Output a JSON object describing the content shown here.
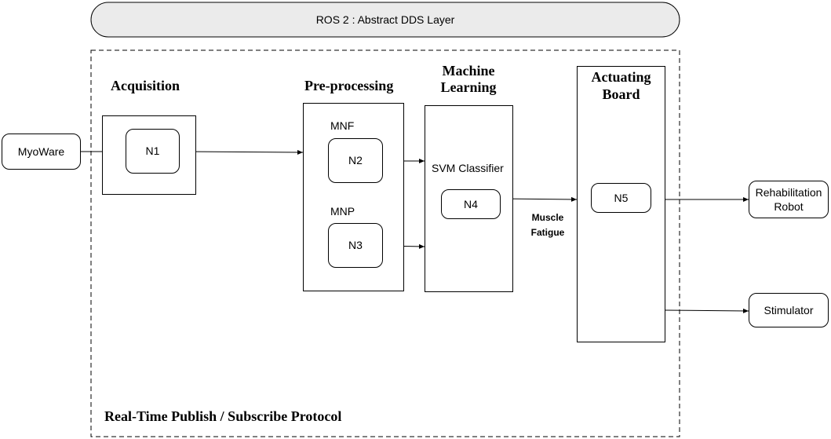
{
  "ros_layer": {
    "label": "ROS 2 : Abstract DDS Layer"
  },
  "protocol": {
    "label": "Real-Time Publish / Subscribe Protocol"
  },
  "inputs": {
    "myoware": "MyoWare"
  },
  "outputs": {
    "rehab_line1": "Rehabilitation",
    "rehab_line2": "Robot",
    "stimulator": "Stimulator"
  },
  "stages": {
    "acquisition": {
      "title": "Acquisition",
      "node": "N1"
    },
    "preprocessing": {
      "title": "Pre-processing",
      "mnf_label": "MNF",
      "mnf_node": "N2",
      "mnp_label": "MNP",
      "mnp_node": "N3"
    },
    "machine_learning": {
      "title_line1": "Machine",
      "title_line2": "Learning",
      "classifier": "SVM Classifier",
      "node": "N4"
    },
    "actuating_board": {
      "title_line1": "Actuating",
      "title_line2": "Board",
      "node": "N5"
    }
  },
  "edges": {
    "n4_to_n5_line1": "Muscle",
    "n4_to_n5_line2": "Fatigue"
  }
}
